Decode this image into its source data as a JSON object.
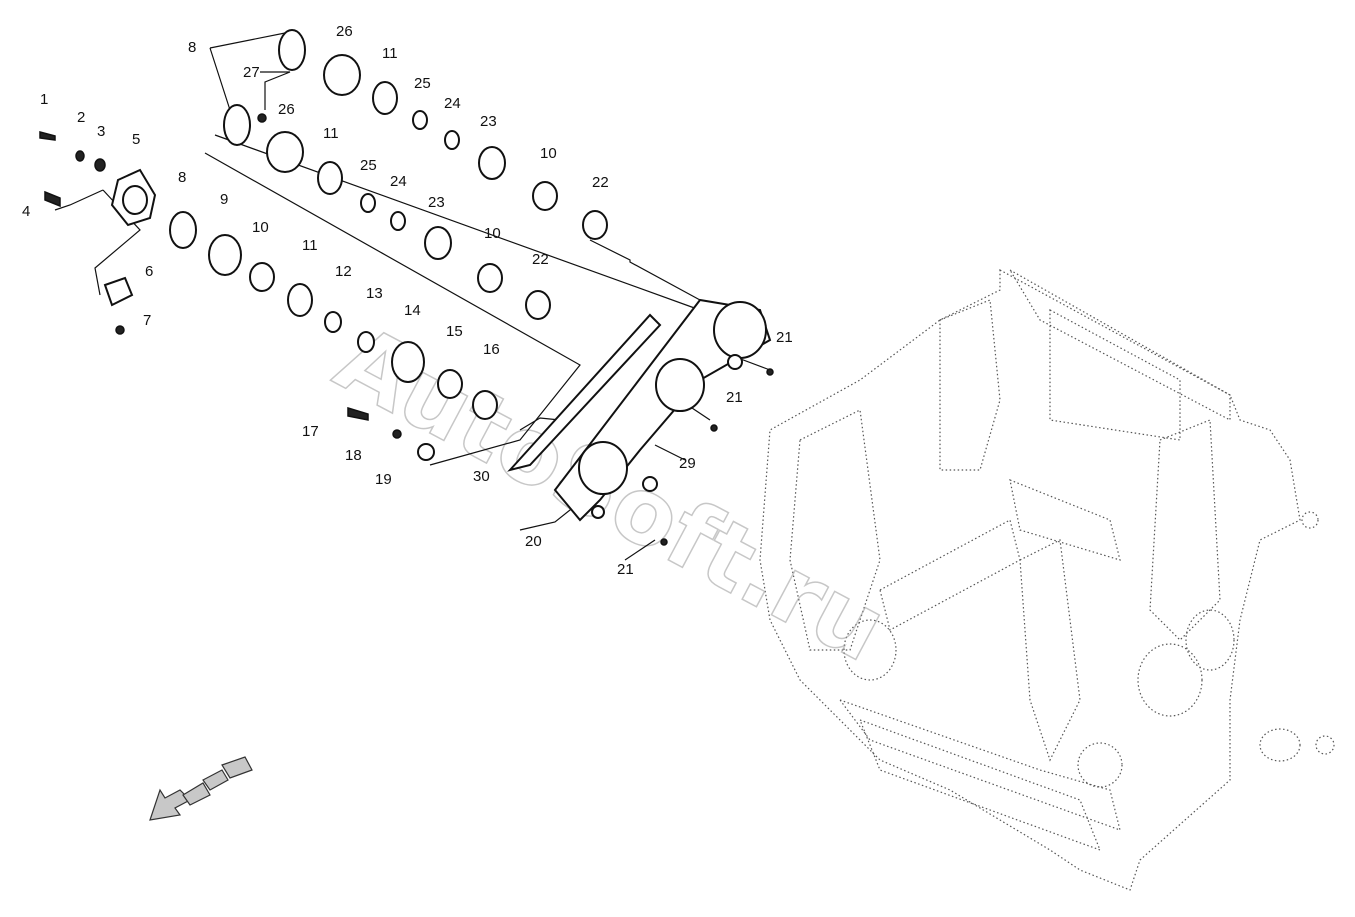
{
  "diagram": {
    "callouts": [
      {
        "id": "c1",
        "label": "1"
      },
      {
        "id": "c2",
        "label": "2"
      },
      {
        "id": "c3",
        "label": "3"
      },
      {
        "id": "c4",
        "label": "4"
      },
      {
        "id": "c5",
        "label": "5"
      },
      {
        "id": "c6",
        "label": "6"
      },
      {
        "id": "c7",
        "label": "7"
      },
      {
        "id": "c8a",
        "label": "8"
      },
      {
        "id": "c8b",
        "label": "8"
      },
      {
        "id": "c9",
        "label": "9"
      },
      {
        "id": "c10a",
        "label": "10"
      },
      {
        "id": "c10b",
        "label": "10"
      },
      {
        "id": "c10c",
        "label": "10"
      },
      {
        "id": "c11a",
        "label": "11"
      },
      {
        "id": "c11b",
        "label": "11"
      },
      {
        "id": "c11c",
        "label": "11"
      },
      {
        "id": "c12",
        "label": "12"
      },
      {
        "id": "c13",
        "label": "13"
      },
      {
        "id": "c14",
        "label": "14"
      },
      {
        "id": "c15",
        "label": "15"
      },
      {
        "id": "c16",
        "label": "16"
      },
      {
        "id": "c17",
        "label": "17"
      },
      {
        "id": "c18",
        "label": "18"
      },
      {
        "id": "c19",
        "label": "19"
      },
      {
        "id": "c20",
        "label": "20"
      },
      {
        "id": "c21a",
        "label": "21"
      },
      {
        "id": "c21b",
        "label": "21"
      },
      {
        "id": "c21c",
        "label": "21"
      },
      {
        "id": "c22a",
        "label": "22"
      },
      {
        "id": "c22b",
        "label": "22"
      },
      {
        "id": "c23a",
        "label": "23"
      },
      {
        "id": "c23b",
        "label": "23"
      },
      {
        "id": "c24a",
        "label": "24"
      },
      {
        "id": "c24b",
        "label": "24"
      },
      {
        "id": "c25a",
        "label": "25"
      },
      {
        "id": "c25b",
        "label": "25"
      },
      {
        "id": "c26a",
        "label": "26"
      },
      {
        "id": "c26b",
        "label": "26"
      },
      {
        "id": "c27",
        "label": "27"
      },
      {
        "id": "c29",
        "label": "29"
      },
      {
        "id": "c30",
        "label": "30"
      }
    ],
    "watermark": "AutoSoft.ru",
    "direction_arrow_icon": "direction-arrow-icon"
  }
}
